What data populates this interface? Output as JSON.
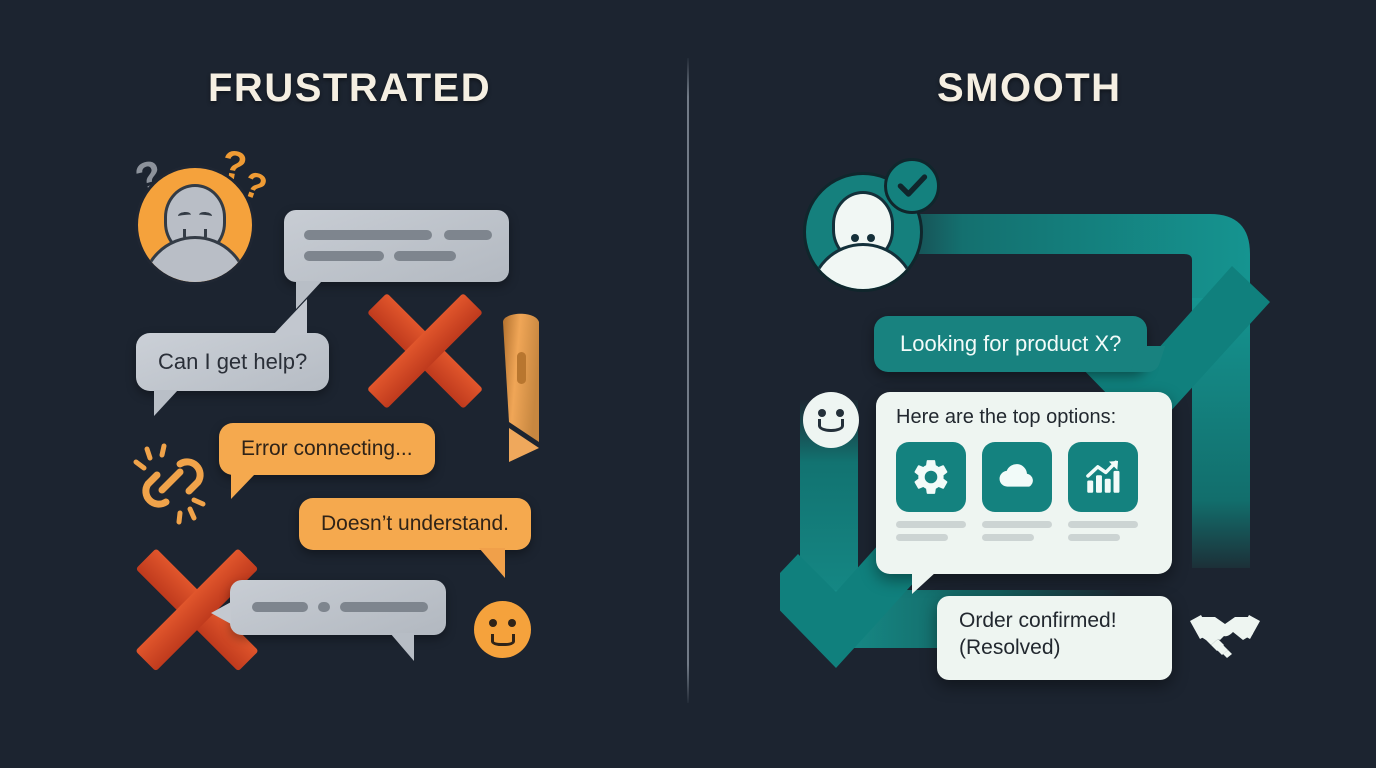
{
  "background_color": "#1c2430",
  "divider": {
    "name": "vertical-divider",
    "color": "#96a0ac"
  },
  "panels": {
    "left": {
      "title": "FRUSTRATED",
      "title_color": "#f5efe2",
      "accent_colors": {
        "avatar": "#f5a23c",
        "bubble": "#f5a94e",
        "x_mark": "#d1451f",
        "bubble_gray": "#c2c7cf"
      },
      "avatar": {
        "name": "frustrated-user-avatar",
        "mood": "sad",
        "question_marks": [
          "?",
          "?",
          "?"
        ]
      },
      "bubbles": [
        {
          "name": "placeholder-bubble-top",
          "style": "gray",
          "text": ""
        },
        {
          "name": "can-i-get-help-bubble",
          "style": "gray",
          "text": "Can I get help?"
        },
        {
          "name": "error-connecting-bubble",
          "style": "orange",
          "text": "Error connecting..."
        },
        {
          "name": "doesnt-understand-bubble",
          "style": "orange",
          "text": "Doesn’t understand."
        },
        {
          "name": "placeholder-bubble-bottom",
          "style": "gray",
          "text": ""
        }
      ],
      "icons": [
        {
          "name": "broken-link-icon",
          "color": "#f5a23c"
        },
        {
          "name": "x-mark-icon",
          "color": "#d1451f"
        },
        {
          "name": "x-mark-icon",
          "color": "#d1451f"
        },
        {
          "name": "sad-face-icon",
          "color": "#f5a23c"
        },
        {
          "name": "orange-ribbon-shape",
          "color": "#e8973c"
        }
      ]
    },
    "right": {
      "title": "SMOOTH",
      "title_color": "#f5efe2",
      "accent_colors": {
        "teal": "#14827f",
        "card": "#eef5f1",
        "arrow": "#127d7a"
      },
      "avatar": {
        "name": "smooth-user-avatar",
        "mood": "happy",
        "badge": "check"
      },
      "bubbles": [
        {
          "name": "looking-for-product-bubble",
          "style": "teal",
          "text": "Looking for product X?"
        }
      ],
      "options_card": {
        "name": "top-options-card",
        "title": "Here are the top options:",
        "tiles": [
          {
            "name": "gear-icon",
            "label": ""
          },
          {
            "name": "cloud-icon",
            "label": ""
          },
          {
            "name": "chart-growth-icon",
            "label": ""
          }
        ]
      },
      "confirmed_card": {
        "name": "order-confirmed-card",
        "line1": "Order confirmed!",
        "line2": "(Resolved)"
      },
      "icons": [
        {
          "name": "check-mark-icon",
          "color": "#127d7a"
        },
        {
          "name": "check-mark-icon",
          "color": "#127d7a"
        },
        {
          "name": "down-arrow-icon",
          "color": "#127d7a"
        },
        {
          "name": "happy-face-icon",
          "color": "#eef5f1"
        },
        {
          "name": "handshake-icon",
          "color": "#eef5f1"
        }
      ]
    }
  }
}
